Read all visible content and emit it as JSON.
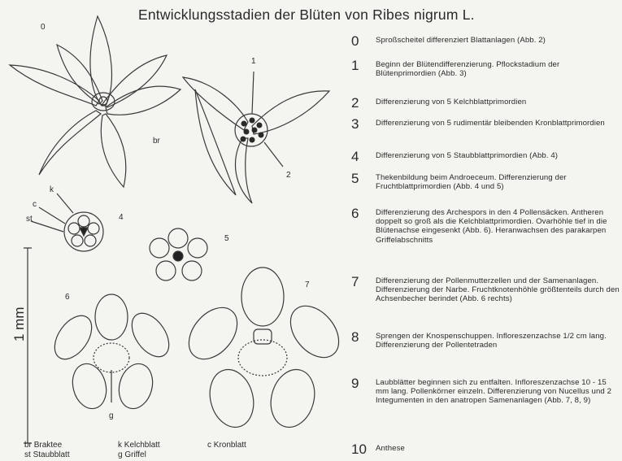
{
  "title": "Entwicklungsstadien der Blüten von Ribes nigrum L.",
  "figure_labels": {
    "s0": "0",
    "s1": "1",
    "s2": "2",
    "s4": "4",
    "s5": "5",
    "s6": "6",
    "s7": "7",
    "br": "br",
    "k": "k",
    "c": "c",
    "st": "st",
    "g": "g"
  },
  "scale_bar_label": "1 mm",
  "legend": [
    {
      "num": "0",
      "text": "Sproßscheitel differenziert Blattanlagen (Abb. 2)"
    },
    {
      "num": "1",
      "text": "Beginn der Blütendifferenzierung. Pflockstadium der Blütenprimordien (Abb. 3)"
    },
    {
      "num": "2",
      "text": "Differenzierung von 5 Kelchblattprimordien"
    },
    {
      "num": "3",
      "text": "Differenzierung von 5 rudimentär bleibenden Kronblattprimordien"
    },
    {
      "num": "4",
      "text": "Differenzierung von 5 Staubblattprimordien (Abb. 4)"
    },
    {
      "num": "5",
      "text": "Thekenbildung beim Androeceum. Differenzierung der Fruchtblattprimordien (Abb. 4 und 5)"
    },
    {
      "num": "6",
      "text": "Differenzierung des Archespors in den 4 Pollensäcken. Antheren doppelt so groß als die Kelchblattprimordien. Ovarhöhle tief in die Blütenachse eingesenkt (Abb. 6). Heranwachsen des parakarpen Griffelabschnitts"
    },
    {
      "num": "7",
      "text": "Differenzierung der Pollenmutterzellen und der Samenanlagen. Differenzierung der Narbe. Fruchtknotenhöhle größtenteils durch den Achsenbecher berindet (Abb. 6 rechts)"
    },
    {
      "num": "8",
      "text": "Sprengen der Knospenschuppen. Infloreszenzachse 1/2 cm lang. Differenzierung der Pollentetraden"
    },
    {
      "num": "9",
      "text": "Laubblätter beginnen sich zu entfalten. Infloreszenzachse 10 - 15 mm lang. Pollenkörner einzeln. Differenzierung von Nucellus und 2 Integumenten in den anatropen Samenanlagen (Abb. 7, 8, 9)"
    },
    {
      "num": "10",
      "text": "Anthese"
    }
  ],
  "abbreviations": [
    {
      "key": "br",
      "label": "Braktee"
    },
    {
      "key": "k",
      "label": "Kelchblatt"
    },
    {
      "key": "c",
      "label": "Kronblatt"
    },
    {
      "key": "st",
      "label": "Staubblatt"
    },
    {
      "key": "g",
      "label": "Griffel"
    }
  ]
}
